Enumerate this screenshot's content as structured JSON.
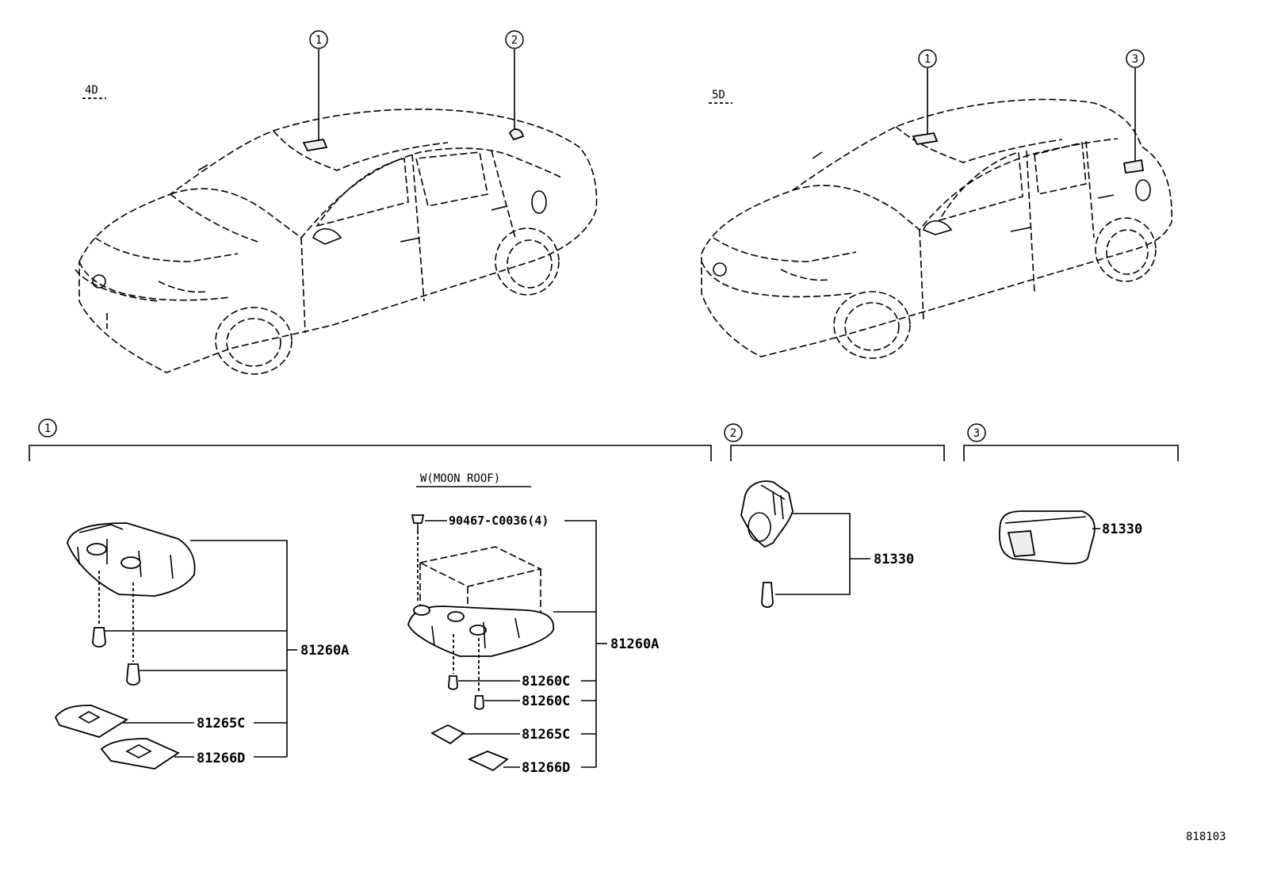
{
  "variants": {
    "sedan_label": "4D",
    "hatch_label": "5D"
  },
  "callouts": {
    "c1": "1",
    "c2": "2",
    "c3": "3"
  },
  "group_headers": {
    "g1": "1",
    "g2": "2",
    "g3": "3"
  },
  "moon_roof_label": "W(MOON ROOF)",
  "parts": {
    "std_lamp": "81260A",
    "std_cover_c": "81265C",
    "std_cover_d": "81266D",
    "mr_screw": "90467-C0036(4)",
    "mr_lamp": "81260A",
    "mr_bulb_1": "81260C",
    "mr_bulb_2": "81260C",
    "mr_cover_c": "81265C",
    "mr_cover_d": "81266D",
    "trunk_lamp": "81330",
    "hatch_lamp": "81330"
  },
  "diagram_number": "818103"
}
